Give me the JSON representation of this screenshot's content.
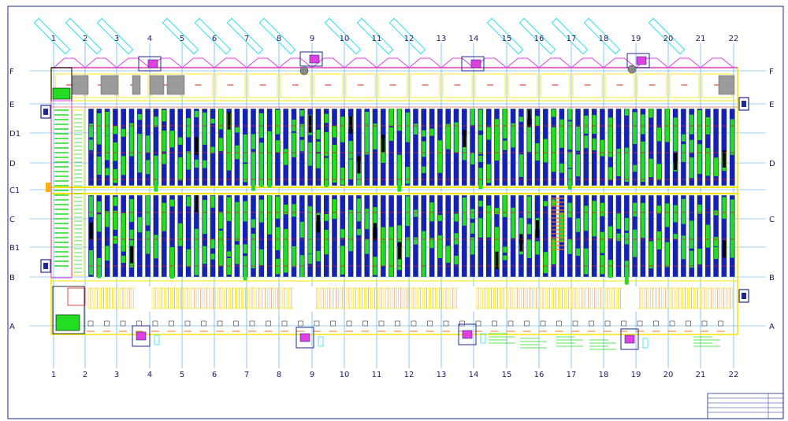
{
  "columns": [
    "1",
    "2",
    "3",
    "4",
    "5",
    "6",
    "7",
    "8",
    "9",
    "10",
    "11",
    "12",
    "13",
    "14",
    "15",
    "16",
    "17",
    "18",
    "19",
    "20",
    "21",
    "22"
  ],
  "rows": [
    "F",
    "E",
    "D1",
    "D",
    "C1",
    "C",
    "B1",
    "B",
    "A"
  ],
  "colors": {
    "grid": "#3aa0e8",
    "frame": "#1f2a8c",
    "wall": "#f7e300",
    "roof": "#e040e0",
    "rack": "#1420b8",
    "rack_dark": "#000000",
    "fill": "#22dd22",
    "red": "#e02020",
    "cyan": "#30e0f0",
    "orange": "#f07820"
  }
}
